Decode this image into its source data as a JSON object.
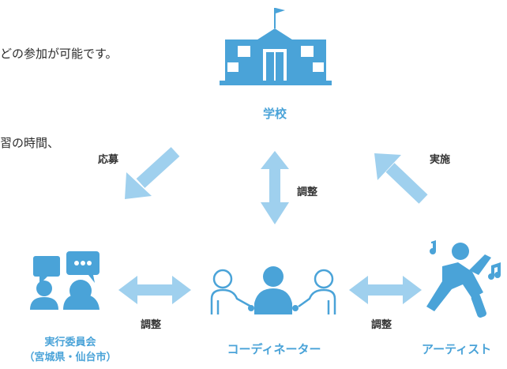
{
  "intro": {
    "line1": "どの参加が可能です。",
    "line2": "習の時間、"
  },
  "nodes": {
    "school": "学校",
    "committee_line1": "実行委員会",
    "committee_line2": "（宮城県・仙台市）",
    "coordinator": "コーディネーター",
    "artist": "アーティスト"
  },
  "arrows": {
    "apply": "応募",
    "implement": "実施",
    "adjust_vertical": "調整",
    "adjust_left": "調整",
    "adjust_right": "調整"
  },
  "colors": {
    "icon_blue": "#4aa3d8",
    "arrow_light": "#9fd0ee",
    "label_blue": "#4aa3d8"
  },
  "icons": [
    "school-icon",
    "chat-people-icon",
    "holding-hands-icon",
    "dancer-icon"
  ]
}
